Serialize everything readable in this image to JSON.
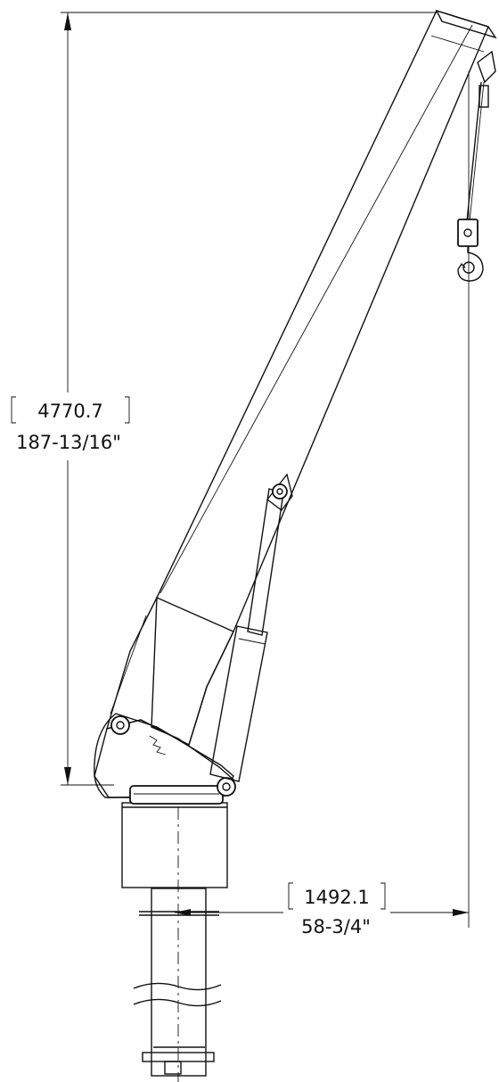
{
  "dimensions": {
    "height": {
      "metric": "4770.7",
      "imperial": "187-13/16\""
    },
    "reach": {
      "metric": "1492.1",
      "imperial": "58-3/4\""
    }
  }
}
